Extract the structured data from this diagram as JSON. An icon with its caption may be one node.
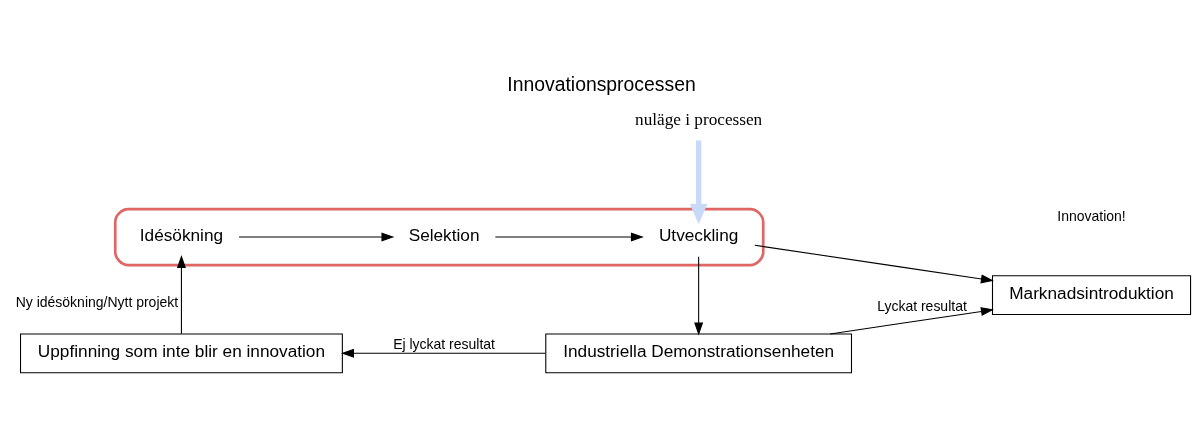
{
  "diagram": {
    "title": "Innovationsprocessen",
    "nodes": [
      {
        "text": [],
        "shape": "ellipse"
      },
      {
        "text": [
          "Idésökning"
        ],
        "in": 0
      },
      {
        "text": [
          "Selektion"
        ],
        "in": 0
      },
      {
        "text": [
          "Utveckling"
        ],
        "in": 0
      },
      {
        "text": [
          "Marknadsintroduktion"
        ]
      },
      {
        "text": [
          "nuläge i processen"
        ]
      },
      {
        "text": [
          "Industriella Demonstrationsenheten"
        ]
      },
      {
        "text": [
          "Uppfinning som inte blir en innovation"
        ]
      }
    ],
    "edges": [
      {
        "from": 1,
        "to": 2,
        "arrow": "to"
      },
      {
        "from": 2,
        "to": 3,
        "arrow": "to"
      },
      {
        "from": 3,
        "to": 4,
        "arrow": "to"
      },
      {
        "from": 5,
        "to": 3,
        "arrow": "to",
        "style": "thick",
        "color": "#c9daf8"
      },
      {
        "from": 3,
        "to": 6,
        "arrow": "to"
      },
      {
        "from": 6,
        "to": 7,
        "arrow": "to",
        "label": "Ej lyckat resultat"
      },
      {
        "from": 6,
        "to": 4,
        "arrow": "to",
        "label": "Lyckat resultat"
      },
      {
        "from": 7,
        "to": 1,
        "arrow": "to",
        "label": "Ny idésökning/Nytt projekt"
      }
    ],
    "labels": [
      "Innovation!"
    ]
  }
}
